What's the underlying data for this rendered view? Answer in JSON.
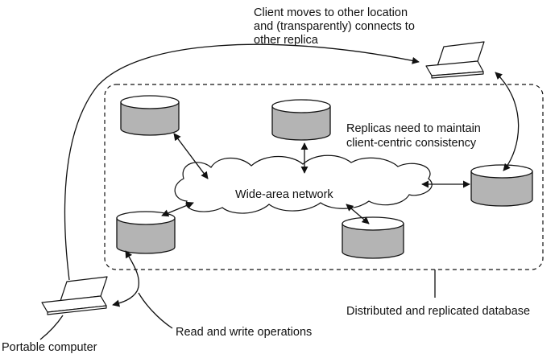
{
  "labels": {
    "client_move_line1": "Client moves to other location",
    "client_move_line2": "and (transparently) connects to",
    "client_move_line3": "other replica",
    "replicas_line1": "Replicas need to maintain",
    "replicas_line2": "client-centric consistency",
    "network": "Wide-area network",
    "database": "Distributed and replicated database",
    "operations": "Read and write operations",
    "portable": "Portable computer"
  },
  "colors": {
    "database_fill": "#b4b4b4",
    "stroke": "#111111",
    "background": "#ffffff"
  }
}
